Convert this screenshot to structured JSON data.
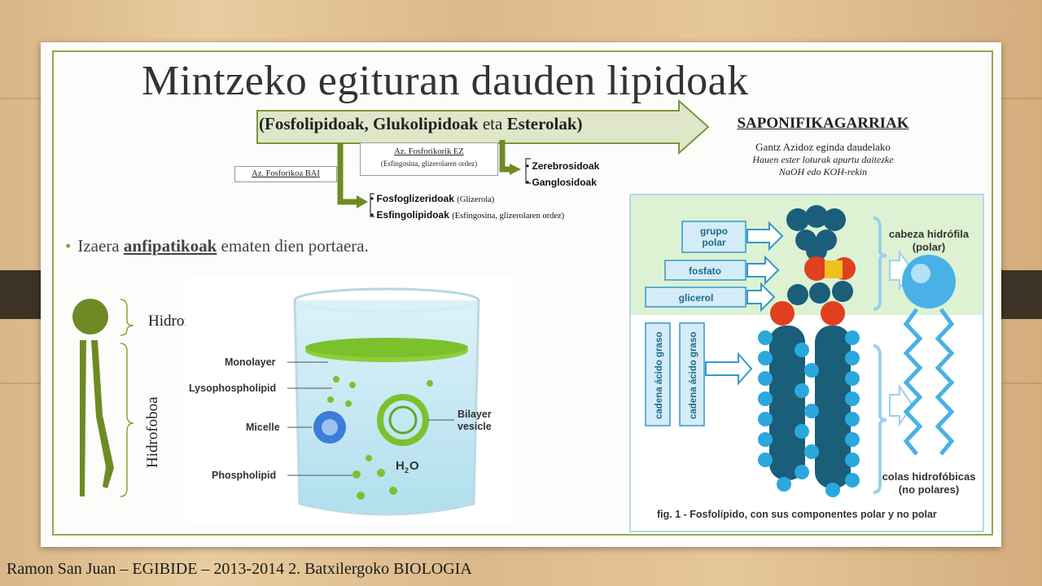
{
  "slide": {
    "title": "Mintzeko egituran dauden lipidoak",
    "main_arrow": {
      "open": "(",
      "part1": "Fosfolipidoak, Glukolipidoak",
      "part2": " eta ",
      "part3": "Esterolak",
      "close": ")"
    },
    "saponifiable": {
      "heading": "SAPONIFIKAGARRIAK",
      "line1": "Gantz Azidoz eginda daudelako",
      "line2": "Hauen ester loturak apurtu daitezke",
      "line3": "NaOH edo KOH-rekin"
    },
    "branch_yes": {
      "label": "Az. Fosforikoa BAI"
    },
    "branch_no": {
      "label": "Az. Fosforikorik EZ",
      "note": "(Esfingosina, glizerolaren ordez)"
    },
    "no_items": [
      "Zerebrosidoak",
      "Ganglosidoak"
    ],
    "yes_items": [
      {
        "name": "Fosfoglizeridoak",
        "note": "(Glizerola)"
      },
      {
        "name": "Esfingolipidoak",
        "note": "(Esfingosina, glizerolaren ordez)"
      }
    ],
    "bullet": {
      "pre": "Izaera ",
      "bold": "anfipatikoak",
      "post": " ematen dien portaera."
    },
    "hydrophilic_label": "Hidrofiloa",
    "hydrophobic_label": "Hidrofoboa",
    "beaker": {
      "labels": [
        "Monolayer",
        "Lysophospholipid",
        "Micelle",
        "Phospholipid",
        "Bilayer",
        "vesicle",
        "H",
        "2",
        "O"
      ]
    },
    "phospholipid_figure": {
      "grupo_polar": [
        "grupo",
        "polar"
      ],
      "fosfato": "fosfato",
      "glicerol": "glicerol",
      "chain1": "cadena ácido graso",
      "chain2": "cadena ácido graso",
      "head_label": [
        "cabeza hidrófila",
        "(polar)"
      ],
      "tail_label": [
        "colas hidrofóbicas",
        "(no polares)"
      ],
      "caption": "fig. 1 - Fosfolípido, con sus componentes polar y no polar"
    },
    "footer": "Ramon San Juan – EGIBIDE – 2013-2014 2. Batxilergoko BIOLOGIA"
  },
  "colors": {
    "frame": "#93a84a",
    "lipid_green": "#6f8a24",
    "arrow_fill": "#dfe7c8",
    "figure_blue": "#3399cc",
    "figure_green_bg": "#dcf2d2"
  }
}
